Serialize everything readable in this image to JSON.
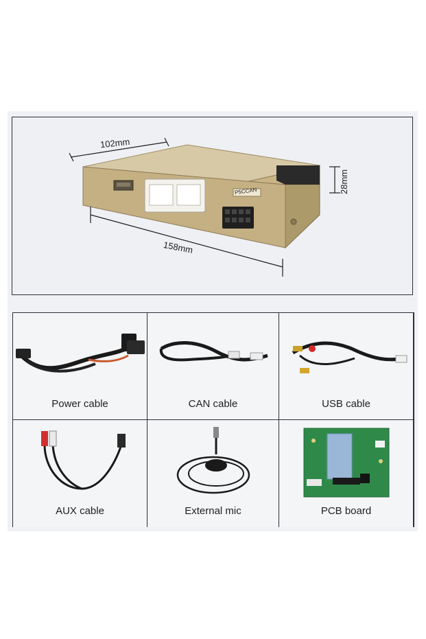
{
  "dimensions": {
    "depth": "102mm",
    "width": "158mm",
    "height": "28mm"
  },
  "device_label": "P5CCAN",
  "accessories": [
    {
      "label": "Power cable",
      "icon": "power-cable-icon"
    },
    {
      "label": "CAN cable",
      "icon": "can-cable-icon"
    },
    {
      "label": "USB cable",
      "icon": "usb-cable-icon"
    },
    {
      "label": "AUX cable",
      "icon": "aux-cable-icon"
    },
    {
      "label": "External mic",
      "icon": "external-mic-icon"
    },
    {
      "label": "PCB board",
      "icon": "pcb-board-icon"
    }
  ],
  "colors": {
    "frame": "#2b2f36",
    "box_gold": "#c9b487",
    "background": "#eef0f4"
  }
}
